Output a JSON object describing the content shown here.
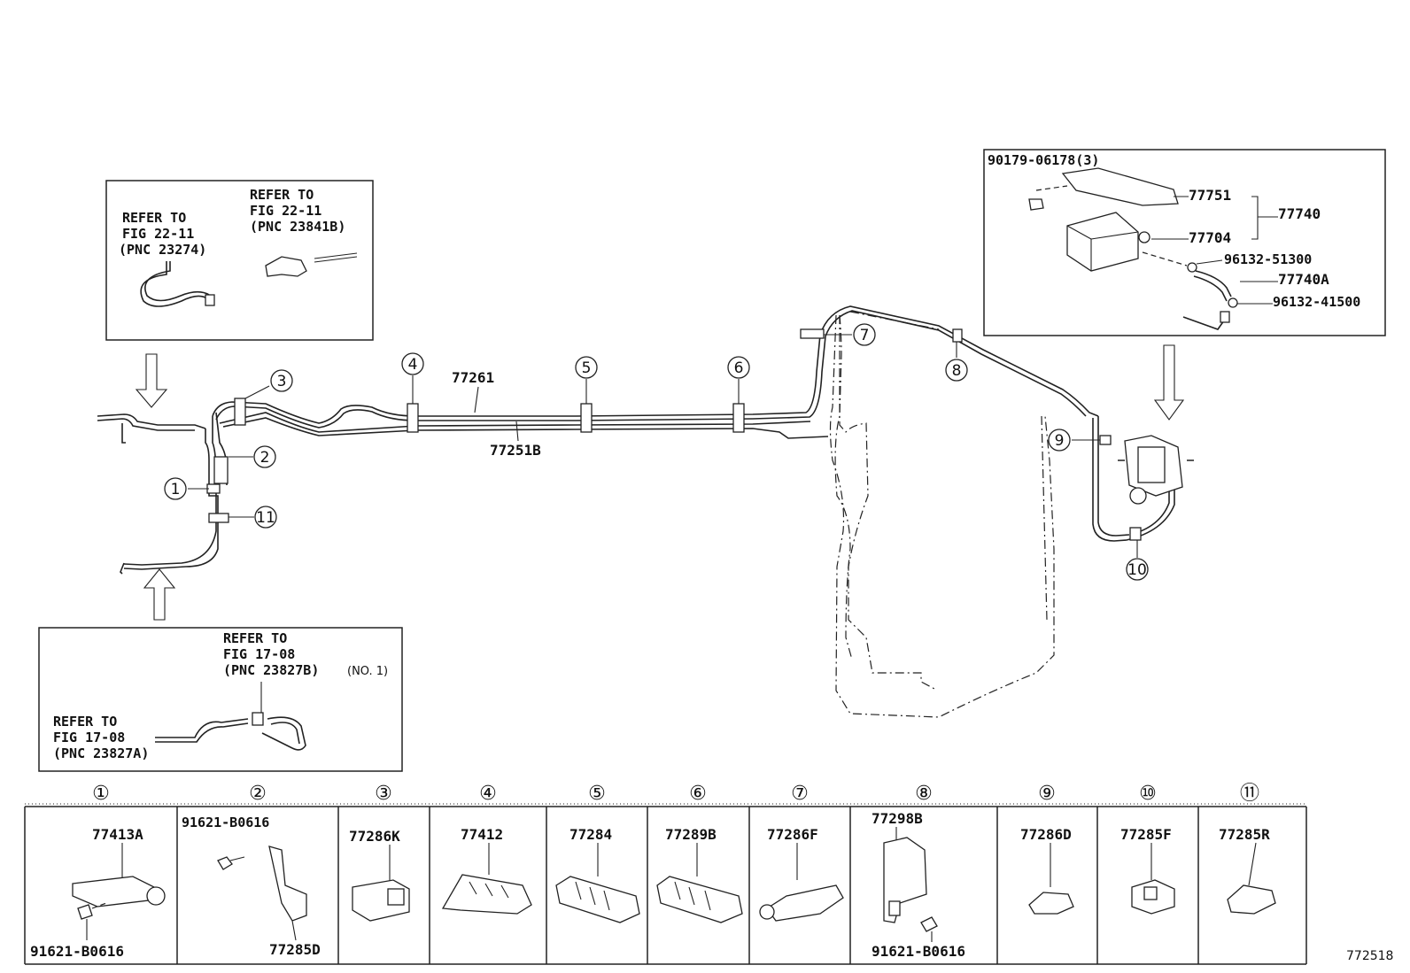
{
  "inset_top_left": {
    "ref1_line1": "REFER TO",
    "ref1_line2": "FIG 22-11",
    "ref1_line3": "(PNC 23274)",
    "ref2_line1": "REFER TO",
    "ref2_line2": "FIG 22-11",
    "ref2_line3": "(PNC 23841B)"
  },
  "inset_bottom_left": {
    "ref1_line1": "REFER TO",
    "ref1_line2": "FIG 17-08",
    "ref1_line3": "(PNC 23827B)",
    "ref1_note": "(NO. 1)",
    "ref2_line1": "REFER TO",
    "ref2_line2": "FIG 17-08",
    "ref2_line3": "(PNC 23827A)"
  },
  "inset_canister": {
    "bolt": "90179-06178(3)",
    "bracket": "77751",
    "assembly": "77740",
    "canister": "77704",
    "clip1": "96132-51300",
    "hose": "77740A",
    "clip2": "96132-41500"
  },
  "main_labels": {
    "tube_upper": "77261",
    "tube_lower": "77251B"
  },
  "callouts": [
    "1",
    "2",
    "3",
    "4",
    "5",
    "6",
    "7",
    "8",
    "9",
    "10",
    "11"
  ],
  "callout_glyphs": [
    "①",
    "②",
    "③",
    "④",
    "⑤",
    "⑥",
    "⑦",
    "⑧",
    "⑨",
    "⑩",
    "⑪"
  ],
  "parts_table": [
    {
      "circle": "①",
      "labels": [
        "77413A",
        "91621-B0616"
      ]
    },
    {
      "circle": "②",
      "labels": [
        "91621-B0616",
        "77285D"
      ]
    },
    {
      "circle": "③",
      "labels": [
        "77286K"
      ]
    },
    {
      "circle": "④",
      "labels": [
        "77412"
      ]
    },
    {
      "circle": "⑤",
      "labels": [
        "77284"
      ]
    },
    {
      "circle": "⑥",
      "labels": [
        "77289B"
      ]
    },
    {
      "circle": "⑦",
      "labels": [
        "77286F"
      ]
    },
    {
      "circle": "⑧",
      "labels": [
        "77298B",
        "91621-B0616"
      ]
    },
    {
      "circle": "⑨",
      "labels": [
        "77286D"
      ]
    },
    {
      "circle": "⑩",
      "labels": [
        "77285F"
      ]
    },
    {
      "circle": "⑪",
      "labels": [
        "77285R"
      ]
    }
  ],
  "figure_id": "772518"
}
